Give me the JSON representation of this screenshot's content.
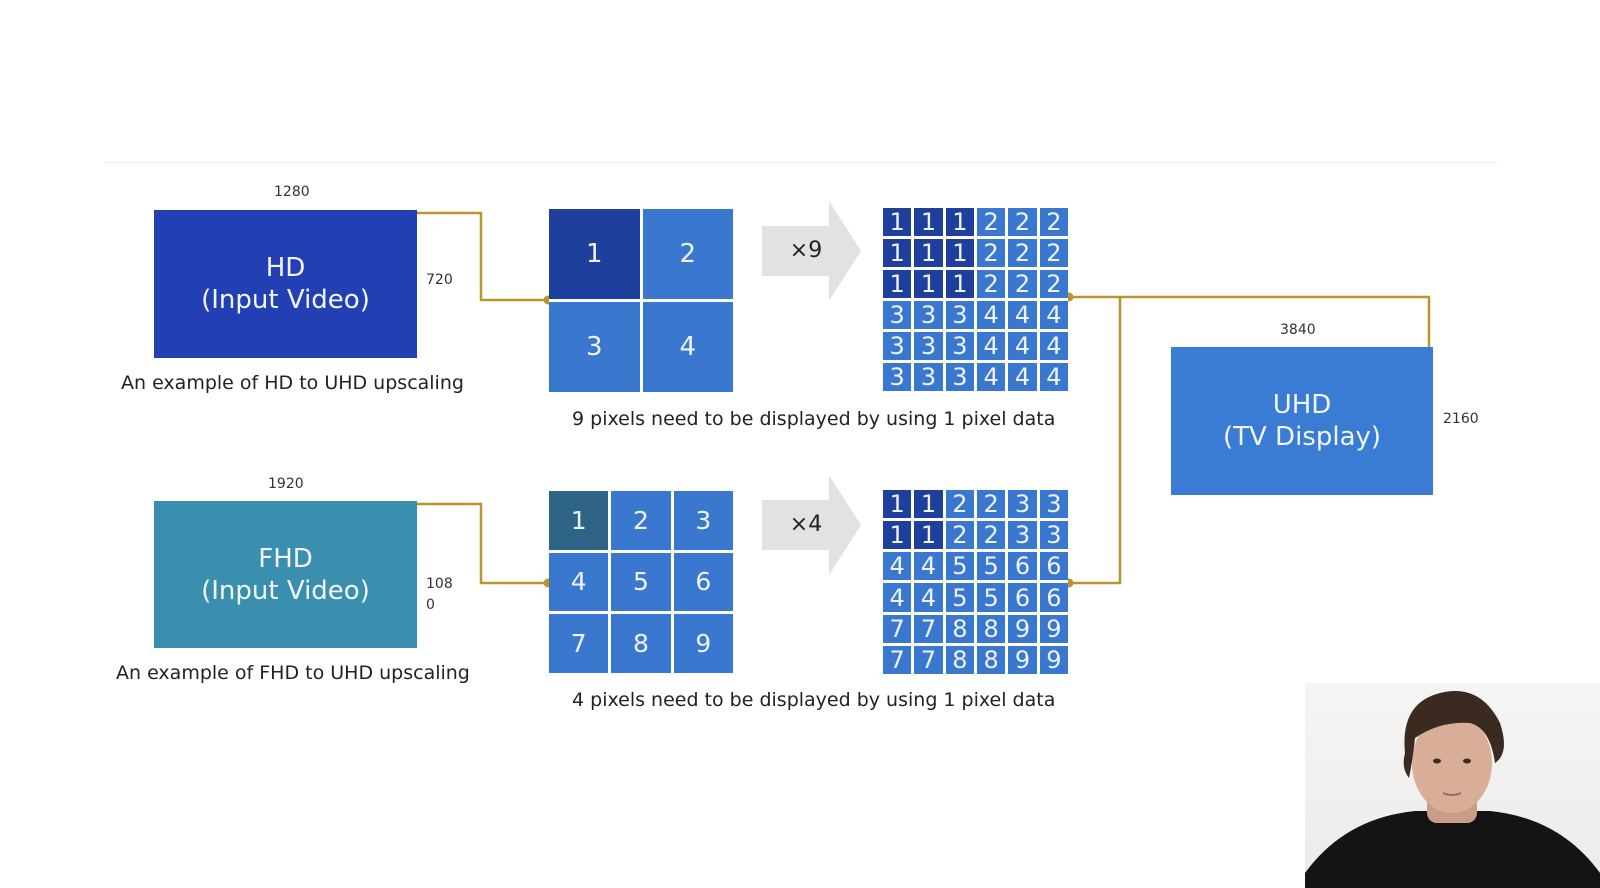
{
  "hd": {
    "width_label": "1280",
    "height_label": "720",
    "title": "HD",
    "subtitle": "(Input Video)",
    "caption": "An example of HD to UHD upscaling",
    "color": "#2240b4"
  },
  "fhd": {
    "width_label": "1920",
    "height_label_line1": "108",
    "height_label_line2": "0",
    "title": "FHD",
    "subtitle": "(Input Video)",
    "caption": "An example of FHD to UHD upscaling",
    "color": "#3a8fae"
  },
  "hd_input_grid": {
    "cells": [
      "1",
      "2",
      "3",
      "4"
    ],
    "highlight_color": "#1f3f9c",
    "cell_color": "#3a78d0"
  },
  "hd_arrow": {
    "label": "×9"
  },
  "hd_output_grid": {
    "rows": [
      [
        "1",
        "1",
        "1",
        "2",
        "2",
        "2"
      ],
      [
        "1",
        "1",
        "1",
        "2",
        "2",
        "2"
      ],
      [
        "1",
        "1",
        "1",
        "2",
        "2",
        "2"
      ],
      [
        "3",
        "3",
        "3",
        "4",
        "4",
        "4"
      ],
      [
        "3",
        "3",
        "3",
        "4",
        "4",
        "4"
      ],
      [
        "3",
        "3",
        "3",
        "4",
        "4",
        "4"
      ]
    ],
    "highlight_value": "1"
  },
  "hd_note": "9 pixels need to be displayed by using 1 pixel data",
  "fhd_input_grid": {
    "cells": [
      "1",
      "2",
      "3",
      "4",
      "5",
      "6",
      "7",
      "8",
      "9"
    ],
    "highlight_color": "#2d6487"
  },
  "fhd_arrow": {
    "label": "×4"
  },
  "fhd_output_grid": {
    "rows": [
      [
        "1",
        "1",
        "2",
        "2",
        "3",
        "3"
      ],
      [
        "1",
        "1",
        "2",
        "2",
        "3",
        "3"
      ],
      [
        "4",
        "4",
        "5",
        "5",
        "6",
        "6"
      ],
      [
        "4",
        "4",
        "5",
        "5",
        "6",
        "6"
      ],
      [
        "7",
        "7",
        "8",
        "8",
        "9",
        "9"
      ],
      [
        "7",
        "7",
        "8",
        "8",
        "9",
        "9"
      ]
    ],
    "highlight_value": "1"
  },
  "fhd_note": "4 pixels need to be displayed by using 1 pixel data",
  "uhd": {
    "width_label": "3840",
    "height_label": "2160",
    "title": "UHD",
    "subtitle": "(TV Display)",
    "color": "#3a7bd3"
  },
  "connector_color": "#b8962e"
}
